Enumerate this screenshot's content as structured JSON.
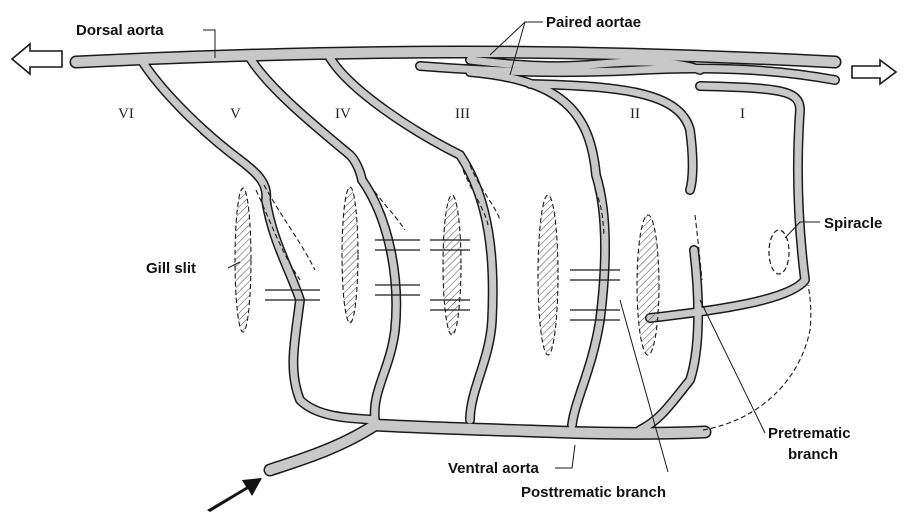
{
  "labels": {
    "dorsal_aorta": "Dorsal aorta",
    "paired_aortae": "Paired aortae",
    "spiracle": "Spiracle",
    "gill_slit": "Gill slit",
    "pretrematic_branch_line1": "Pretrematic",
    "pretrematic_branch_line2": "branch",
    "ventral_aorta": "Ventral aorta",
    "posttrematic_branch": "Posttrematic branch"
  },
  "arches": [
    "VI",
    "V",
    "IV",
    "III",
    "II",
    "I"
  ],
  "arrows": [
    "left-arrow-icon",
    "right-arrow-icon",
    "inflow-arrow-icon"
  ],
  "colors": {
    "vessel_fill": "#c8c8c8",
    "outline": "#1a1a1a",
    "background": "#ffffff"
  }
}
